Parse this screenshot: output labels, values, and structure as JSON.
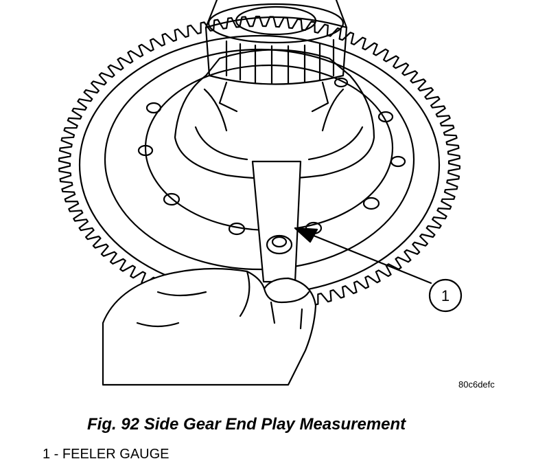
{
  "figure": {
    "image_code": "80c6defc",
    "caption": "Fig. 92 Side Gear End Play Measurement",
    "callouts": [
      {
        "number": "1",
        "label": "FEELER GAUGE"
      }
    ]
  },
  "legend": [
    {
      "text": "1 - FEELER GAUGE"
    }
  ]
}
